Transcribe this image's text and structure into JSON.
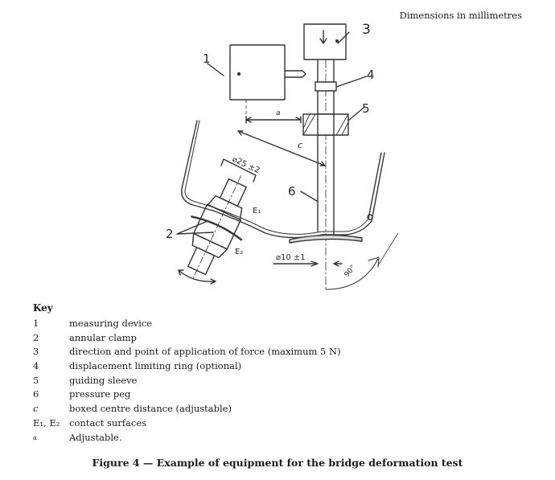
{
  "header": {
    "dimensions_note": "Dimensions in millimetres"
  },
  "figure": {
    "labels": {
      "n1": "1",
      "n2": "2",
      "n3": "3",
      "n4": "4",
      "n5": "5",
      "n6": "6",
      "a": "a",
      "c": "c",
      "e1": "E₁",
      "e2": "E₂",
      "dia25": "⌀25 ±2",
      "dia10": "⌀10 ±1",
      "angle": "90°"
    }
  },
  "key": {
    "title": "Key",
    "items": [
      {
        "symbol": "1",
        "description": "measuring device"
      },
      {
        "symbol": "2",
        "description": "annular clamp"
      },
      {
        "symbol": "3",
        "description": "direction and point of application of force (maximum 5 N)"
      },
      {
        "symbol": "4",
        "description": "displacement limiting ring (optional)"
      },
      {
        "symbol": "5",
        "description": "guiding sleeve"
      },
      {
        "symbol": "6",
        "description": "pressure peg"
      },
      {
        "symbol": "c",
        "description": "boxed centre distance (adjustable)"
      },
      {
        "symbol": "E₁, E₂",
        "description": "contact surfaces"
      },
      {
        "symbol": "a",
        "description": "Adjustable."
      }
    ]
  },
  "caption": "Figure 4 — Example of equipment for the bridge deformation test"
}
